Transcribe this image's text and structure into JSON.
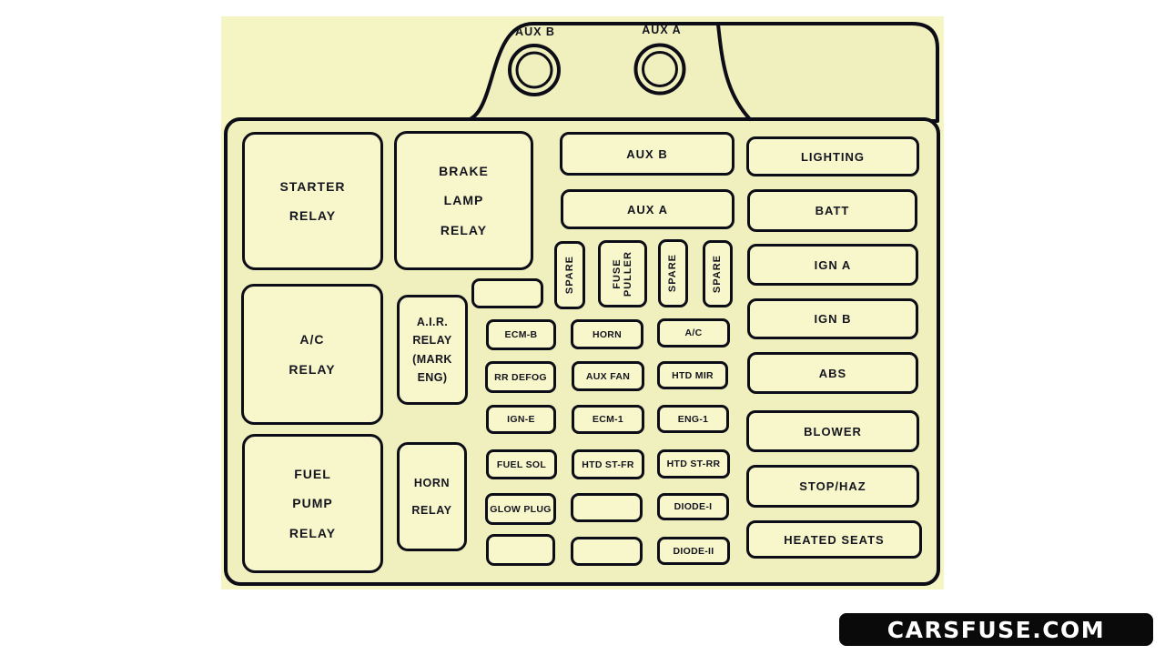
{
  "diagram": {
    "studs": {
      "aux_b": "AUX B",
      "aux_a": "AUX A"
    },
    "relays": {
      "starter": "STARTER\nRELAY",
      "brake_lamp": "BRAKE\nLAMP\nRELAY",
      "ac": "A/C\nRELAY",
      "air": "A.I.R.\nRELAY\n(MARK\nENG)",
      "fuel_pump": "FUEL\nPUMP\nRELAY",
      "horn": "HORN\nRELAY"
    },
    "maxi_fuses": {
      "aux_b": "AUX B",
      "aux_a": "AUX A",
      "lighting": "LIGHTING",
      "batt": "BATT",
      "ign_a": "IGN A",
      "ign_b": "IGN B",
      "abs": "ABS",
      "blower": "BLOWER",
      "stop_haz": "STOP/HAZ",
      "heated_seats": "HEATED SEATS"
    },
    "cavities": {
      "spare": "SPARE",
      "fuse_puller": "FUSE\nPULLER"
    },
    "mini_fuses": {
      "ecm_b": "ECM-B",
      "horn": "HORN",
      "ac": "A/C",
      "rr_defog": "RR DEFOG",
      "aux_fan": "AUX FAN",
      "htd_mir": "HTD MIR",
      "ign_e": "IGN-E",
      "ecm_1": "ECM-1",
      "eng_1": "ENG-1",
      "fuel_sol": "FUEL SOL",
      "htd_st_fr": "HTD ST-FR",
      "htd_st_rr": "HTD ST-RR",
      "glow_plug": "GLOW PLUG",
      "diode_1": "DIODE-I",
      "diode_2": "DIODE-II"
    },
    "colors": {
      "page_background": "#ffffff",
      "panel_yellow": "#f5f5c3",
      "enclosure_fill": "#eff0bd",
      "fuse_fill": "#f7f7cb",
      "line_black": "#0d0d17",
      "watermark_bg": "#0a0a0a",
      "watermark_text": "#ffffff"
    }
  },
  "watermark": {
    "text": "CARSFUSE.COM"
  }
}
